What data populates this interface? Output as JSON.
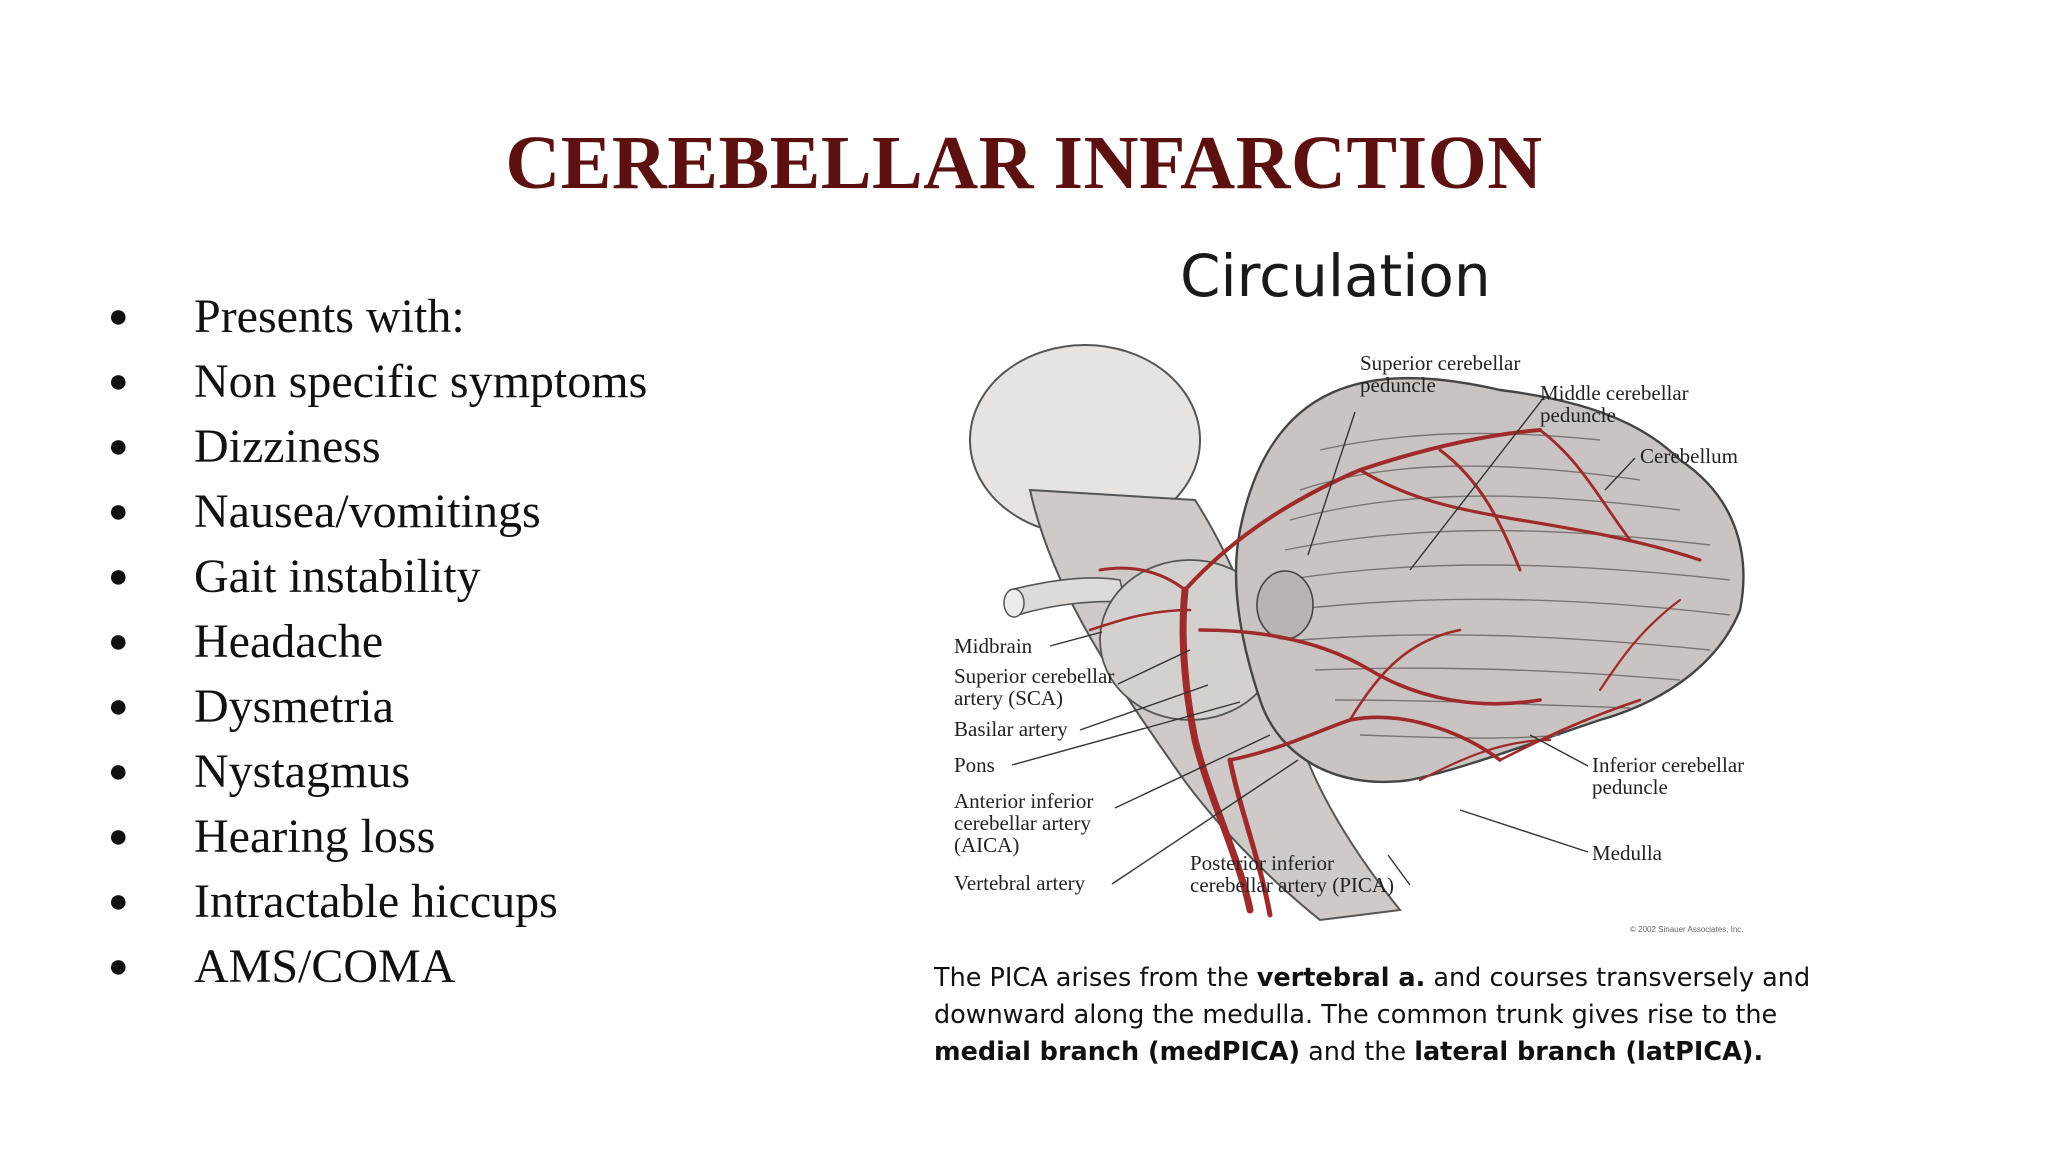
{
  "slide": {
    "title": "CEREBELLAR INFARCTION"
  },
  "bullets": [
    {
      "marker": "●",
      "text": "Presents with:"
    },
    {
      "marker": "●",
      "text": "Non specific symptoms"
    },
    {
      "marker": "●",
      "text": "Dizziness"
    },
    {
      "marker": "●",
      "text": "Nausea/vomitings"
    },
    {
      "marker": "●",
      "text": "Gait instability"
    },
    {
      "marker": "●",
      "text": "Headache"
    },
    {
      "marker": "●",
      "text": "Dysmetria"
    },
    {
      "marker": "●",
      "text": "Nystagmus"
    },
    {
      "marker": "●",
      "text": "Hearing loss"
    },
    {
      "marker": "●",
      "text": "Intractable hiccups"
    },
    {
      "marker": "●",
      "text": "AMS/COMA"
    }
  ],
  "figure": {
    "heading": "Circulation",
    "labels": {
      "superior_cerebellar_peduncle": [
        "Superior cerebellar",
        "peduncle"
      ],
      "middle_cerebellar_peduncle": [
        "Middle cerebellar",
        "peduncle"
      ],
      "cerebellum": "Cerebellum",
      "midbrain": "Midbrain",
      "sca": [
        "Superior cerebellar",
        "artery (SCA)"
      ],
      "basilar_artery": "Basilar artery",
      "pons": "Pons",
      "aica": [
        "Anterior inferior",
        "cerebellar artery",
        "(AICA)"
      ],
      "vertebral_artery": "Vertebral artery",
      "pica": [
        "Posterior inferior",
        "cerebellar artery (PICA)"
      ],
      "inferior_cerebellar_peduncle": [
        "Inferior cerebellar",
        "peduncle"
      ],
      "medulla": "Medulla",
      "copyright": "© 2002 Sinauer Associates, Inc."
    },
    "caption": {
      "p1": "The PICA arises from the ",
      "b1": "vertebral a.",
      "p2": "  and courses transversely and downward along the medulla. The common trunk gives rise to the ",
      "b2": "medial branch (medPICA)",
      "p3": " and the ",
      "b3": "lateral branch (latPICA)."
    }
  },
  "colors": {
    "title": "#5c1010",
    "artery": "#9e2a2b",
    "tissue": "#c9c4c2",
    "tissue_light": "#e6e3e1"
  }
}
